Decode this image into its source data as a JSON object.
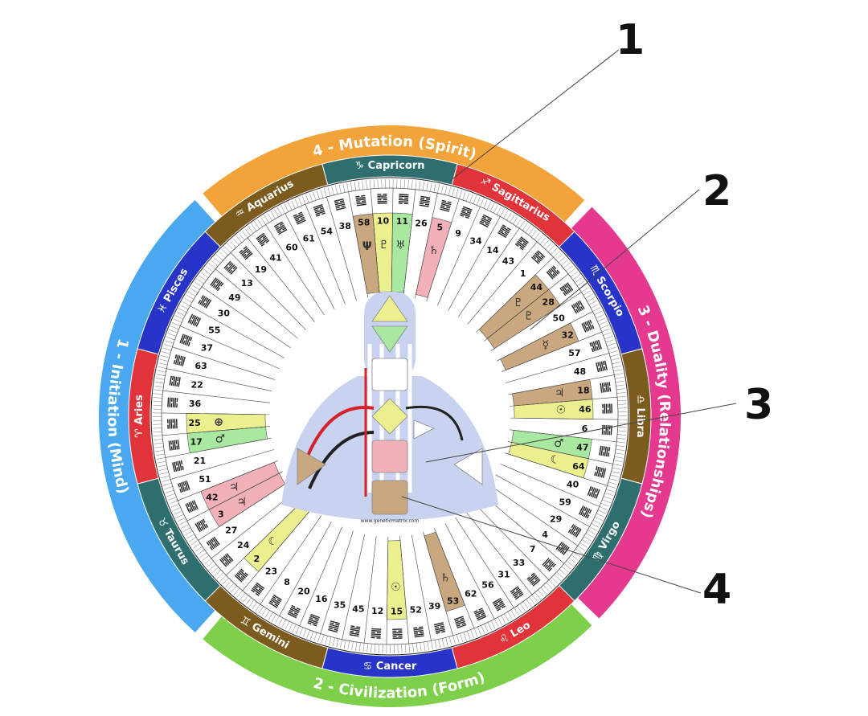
{
  "quarters": [
    {
      "label": "4 - Mutation (Spirit)",
      "color": "#f2a33a",
      "from": -130,
      "to": -48
    },
    {
      "label": "3 - Duality (Relationships)",
      "color": "#e5388f",
      "from": -46,
      "to": 44
    },
    {
      "label": "2 - Civilization (Form)",
      "color": "#7ed04a",
      "from": 46,
      "to": 130
    },
    {
      "label": "1 - Initiation (Mind)",
      "color": "#4aa8f0",
      "from": 132,
      "to": 228
    }
  ],
  "signs": [
    {
      "name": "Sagittarius",
      "glyph": "♐",
      "color": "#e0333a"
    },
    {
      "name": "Scorpio",
      "glyph": "♏",
      "color": "#2834c8"
    },
    {
      "name": "Libra",
      "glyph": "♎",
      "color": "#7b5b1e"
    },
    {
      "name": "Virgo",
      "glyph": "♍",
      "color": "#2e6e6e"
    },
    {
      "name": "Leo",
      "glyph": "♌",
      "color": "#e0333a"
    },
    {
      "name": "Cancer",
      "glyph": "♋",
      "color": "#2834c8"
    },
    {
      "name": "Gemini",
      "glyph": "♊",
      "color": "#7b5b1e"
    },
    {
      "name": "Taurus",
      "glyph": "♉",
      "color": "#2e6e6e"
    },
    {
      "name": "Aries",
      "glyph": "♈",
      "color": "#e0333a"
    },
    {
      "name": "Pisces",
      "glyph": "♓",
      "color": "#2834c8"
    },
    {
      "name": "Aquarius",
      "glyph": "♒",
      "color": "#7b5b1e"
    },
    {
      "name": "Capricorn",
      "glyph": "♑",
      "color": "#2e6e6e"
    }
  ],
  "gates": [
    "10",
    "11",
    "26",
    "5",
    "9",
    "34",
    "14",
    "43",
    "1",
    "44",
    "28",
    "50",
    "32",
    "57",
    "48",
    "18",
    "46",
    "6",
    "47",
    "64",
    "40",
    "59",
    "29",
    "4",
    "7",
    "33",
    "31",
    "56",
    "62",
    "53",
    "39",
    "52",
    "15",
    "12",
    "45",
    "35",
    "16",
    "20",
    "8",
    "23",
    "2",
    "24",
    "27",
    "3",
    "42",
    "51",
    "21",
    "17",
    "25",
    "36",
    "22",
    "63",
    "37",
    "55",
    "30",
    "49",
    "13",
    "19",
    "41",
    "60",
    "61",
    "54",
    "38",
    "58"
  ],
  "highlights": [
    {
      "gate": "58",
      "color": "#c9a77f",
      "glyph": "Ψ"
    },
    {
      "gate": "10",
      "color": "#ecef8e",
      "glyph": "♇"
    },
    {
      "gate": "11",
      "color": "#a8e8a0",
      "glyph": "♅"
    },
    {
      "gate": "5",
      "color": "#f2b0b8",
      "glyph": "♄"
    },
    {
      "gate": "44",
      "color": "#c9a77f",
      "glyph": "♇"
    },
    {
      "gate": "28",
      "color": "#c9a77f",
      "glyph": "♇"
    },
    {
      "gate": "32",
      "color": "#c9a77f",
      "glyph": "☿"
    },
    {
      "gate": "18",
      "color": "#c9a77f",
      "glyph": "♃"
    },
    {
      "gate": "46",
      "color": "#ecef8e",
      "glyph": "☉"
    },
    {
      "gate": "47",
      "color": "#a8e8a0",
      "glyph": "♂"
    },
    {
      "gate": "64",
      "color": "#ecef8e",
      "glyph": "☾"
    },
    {
      "gate": "53",
      "color": "#c9a77f",
      "glyph": "♄"
    },
    {
      "gate": "15",
      "color": "#ecef8e",
      "glyph": "☉"
    },
    {
      "gate": "2",
      "color": "#ecef8e",
      "glyph": "☾"
    },
    {
      "gate": "42",
      "color": "#f2b0b8",
      "glyph": "♃"
    },
    {
      "gate": "3",
      "color": "#f2b0b8",
      "glyph": "♃"
    },
    {
      "gate": "17",
      "color": "#a8e8a0",
      "glyph": "♂"
    },
    {
      "gate": "25",
      "color": "#ecef8e",
      "glyph": "⊕"
    }
  ],
  "bodygraph_url": "www.geneticmatrix.com",
  "callouts": [
    "1",
    "2",
    "3",
    "4"
  ]
}
